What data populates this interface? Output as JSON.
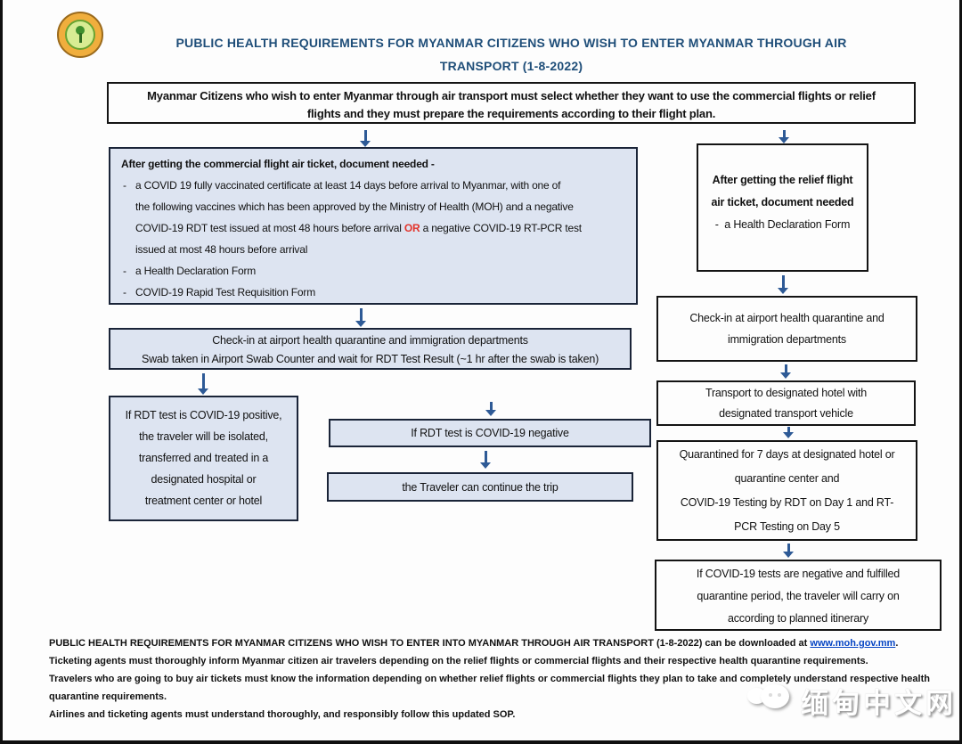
{
  "title": {
    "line1": "PUBLIC HEALTH REQUIREMENTS FOR MYANMAR CITIZENS WHO WISH TO ENTER MYANMAR THROUGH AIR",
    "line2": "TRANSPORT (1-8-2022)"
  },
  "banner": {
    "lines": [
      "Myanmar Citizens who wish to enter Myanmar through air transport must select whether they want to use the commercial flights or relief",
      "flights and they must prepare the requirements according to their flight plan."
    ]
  },
  "commercial": {
    "heading": "After getting the commercial flight air ticket, document needed -",
    "marker": "-",
    "b1_l1": "a COVID 19 fully vaccinated certificate at least 14 days before arrival to Myanmar, with one of",
    "b1_l2": "the following vaccines which has been approved by the Ministry of Health (MOH) and a negative",
    "b1_l3_before": "COVID-19 RDT test issued at most 48 hours before arrival ",
    "b1_l3_or": "OR",
    "b1_l3_after": " a negative COVID-19 RT-PCR test",
    "b1_l4": "issued at most 48 hours before arrival",
    "b2": "a Health Declaration Form",
    "b3": "COVID-19 Rapid Test Requisition Form"
  },
  "relief": {
    "heading_lines": [
      "After getting the relief flight",
      "air ticket, document needed"
    ],
    "marker": "-",
    "b1": "a Health Declaration Form"
  },
  "checkin_left": {
    "lines": [
      "Check-in at airport health quarantine and immigration departments",
      "Swab taken in Airport Swab Counter and wait for RDT Test Result (~1 hr after the swab is taken)"
    ]
  },
  "positive": {
    "lines": [
      "If RDT test is COVID-19 positive,",
      "the traveler will be isolated,",
      "transferred and treated in a",
      "designated hospital or",
      "treatment center or hotel"
    ]
  },
  "negative": {
    "text": "If RDT test is COVID-19 negative"
  },
  "continue": {
    "text": "the Traveler can continue the trip"
  },
  "checkin_right": {
    "lines": [
      "Check-in at airport health quarantine and",
      "immigration departments"
    ]
  },
  "transport": {
    "lines": [
      "Transport to designated hotel with",
      "designated transport vehicle"
    ]
  },
  "quarantine": {
    "lines": [
      "Quarantined for 7 days at designated hotel or",
      "quarantine center and",
      "COVID-19 Testing by RDT on Day 1 and RT-",
      "PCR Testing on Day 5"
    ]
  },
  "final": {
    "lines": [
      "If COVID-19 tests are negative and fulfilled",
      "quarantine period, the traveler will carry on",
      "according to planned itinerary"
    ]
  },
  "footer": {
    "p1_before_link": "PUBLIC HEALTH REQUIREMENTS FOR MYANMAR CITIZENS WHO WISH TO ENTER INTO MYANMAR THROUGH AIR TRANSPORT (1-8-2022) can be downloaded at ",
    "p1_link": "www.moh.gov.mm",
    "p1_after_link": ".",
    "p2": "Ticketing agents must thoroughly inform Myanmar citizen air travelers depending on the relief flights or commercial flights and their respective health quarantine requirements.",
    "p3": "Travelers who are going to buy air tickets must know the information depending on whether relief flights or commercial flights they plan to take and completely understand respective health quarantine requirements.",
    "p4": "Airlines and ticketing agents must understand thoroughly, and responsibly follow this updated SOP."
  },
  "watermark": {
    "text": "缅甸中文网"
  },
  "colors": {
    "title_blue": "#1F4E79",
    "box_fill": "#dde4f1",
    "arrow_blue": "#2E5A96",
    "or_red": "#E3342B",
    "link_blue": "#0645C4"
  }
}
